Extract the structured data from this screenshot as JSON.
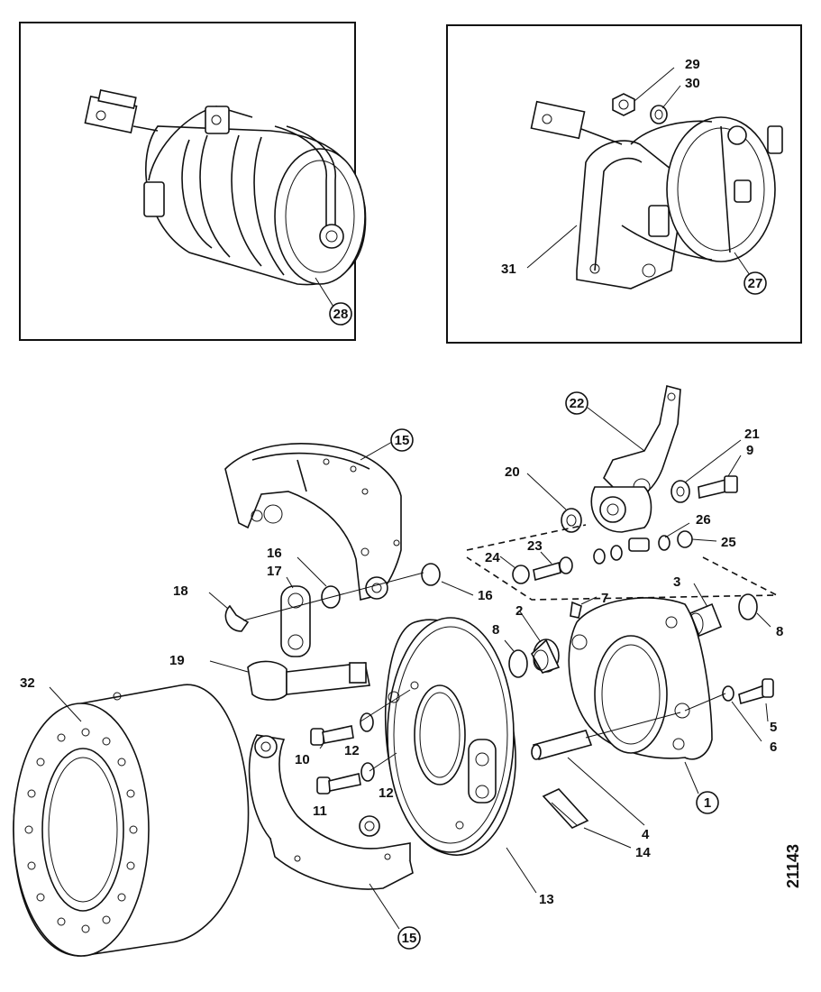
{
  "diagram": {
    "reference_number": "21143",
    "callouts": [
      {
        "id": "c28",
        "text": "28"
      },
      {
        "id": "c29",
        "text": "29"
      },
      {
        "id": "c30",
        "text": "30"
      },
      {
        "id": "c31",
        "text": "31"
      },
      {
        "id": "c27",
        "text": "27"
      },
      {
        "id": "c22",
        "text": "22"
      },
      {
        "id": "c21",
        "text": "21"
      },
      {
        "id": "c9",
        "text": "9"
      },
      {
        "id": "c20",
        "text": "20"
      },
      {
        "id": "c26",
        "text": "26"
      },
      {
        "id": "c25",
        "text": "25"
      },
      {
        "id": "c24",
        "text": "24"
      },
      {
        "id": "c23",
        "text": "23"
      },
      {
        "id": "c15a",
        "text": "15"
      },
      {
        "id": "c16a",
        "text": "16"
      },
      {
        "id": "c17",
        "text": "17"
      },
      {
        "id": "c18",
        "text": "18"
      },
      {
        "id": "c16b",
        "text": "16"
      },
      {
        "id": "c7",
        "text": "7"
      },
      {
        "id": "c2",
        "text": "2"
      },
      {
        "id": "c3",
        "text": "3"
      },
      {
        "id": "c8a",
        "text": "8"
      },
      {
        "id": "c8b",
        "text": "8"
      },
      {
        "id": "c19",
        "text": "19"
      },
      {
        "id": "c32",
        "text": "32"
      },
      {
        "id": "c10",
        "text": "10"
      },
      {
        "id": "c12a",
        "text": "12"
      },
      {
        "id": "c12b",
        "text": "12"
      },
      {
        "id": "c11",
        "text": "11"
      },
      {
        "id": "c6",
        "text": "6"
      },
      {
        "id": "c5",
        "text": "5"
      },
      {
        "id": "c1",
        "text": "1"
      },
      {
        "id": "c4",
        "text": "4"
      },
      {
        "id": "c14",
        "text": "14"
      },
      {
        "id": "c13",
        "text": "13"
      },
      {
        "id": "c15b",
        "text": "15"
      }
    ]
  }
}
